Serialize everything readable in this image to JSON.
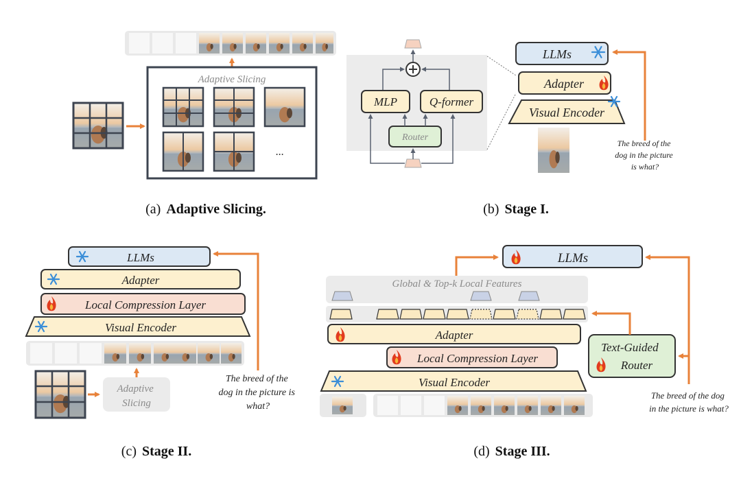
{
  "colors": {
    "arrow": "#e8823a",
    "llm_fill": "#dce8f4",
    "adapter_fill": "#fdf0cf",
    "compress_fill": "#f9ded2",
    "router_fill": "#dff0d6",
    "panel_gray": "#ebebeb",
    "frame_dark": "#3d4450",
    "token_blue": "#c9d2e6",
    "token_yellow": "#fbeac2"
  },
  "icons": {
    "frozen": "snowflake-icon",
    "trainable": "flame-icon",
    "add": "plus-circle-icon"
  },
  "panel_a": {
    "box_title": "Adaptive Slicing",
    "ellipsis": "...",
    "caption_label": "(a)",
    "caption_title": "Adaptive Slicing."
  },
  "panel_b": {
    "mlp": "MLP",
    "qformer": "Q-former",
    "router": "Router",
    "llms": "LLMs",
    "adapter": "Adapter",
    "visual_encoder": "Visual Encoder",
    "question": [
      "The breed of the",
      "dog in the picture",
      "is what?"
    ],
    "caption_label": "(b)",
    "caption_title": "Stage I."
  },
  "panel_c": {
    "llms": "LLMs",
    "adapter": "Adapter",
    "local_compression": "Local Compression Layer",
    "visual_encoder": "Visual Encoder",
    "adaptive_slicing": [
      "Adaptive",
      "Slicing"
    ],
    "question": [
      "The breed of the",
      "dog in the picture is",
      "what?"
    ],
    "caption_label": "(c)",
    "caption_title": "Stage II."
  },
  "panel_d": {
    "llms": "LLMs",
    "features_label": "Global & Top-k Local Features",
    "adapter": "Adapter",
    "local_compression": "Local Compression Layer",
    "visual_encoder": "Visual Encoder",
    "router": [
      "Text-Guided",
      "Router"
    ],
    "question": [
      "The breed of the dog",
      "in the picture is what?"
    ],
    "caption_label": "(d)",
    "caption_title": "Stage III."
  }
}
